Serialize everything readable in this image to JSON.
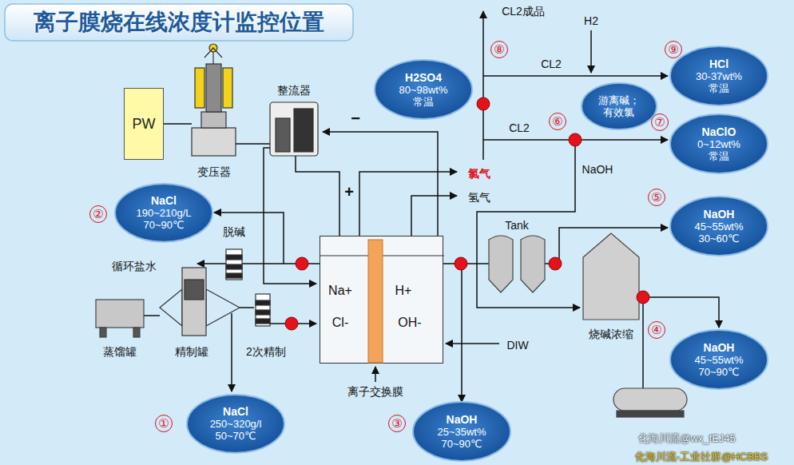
{
  "diagram": {
    "title": "离子膜烧在线浓度计监控位置",
    "nodes": [
      {
        "text": [
          "PW"
        ]
      },
      {
        "text": [
          "H2SO4",
          "80~98wt% 常温"
        ]
      },
      {
        "text": [
          "HCl",
          "30-37wt% 常温"
        ]
      },
      {
        "text": [
          "游离碱； 有效氯"
        ]
      },
      {
        "text": [
          "NaClO",
          "0~12wt% 常温"
        ]
      },
      {
        "text": [
          "NaCl",
          "190~210g/L 70~90℃"
        ]
      },
      {
        "text": [
          "NaOH",
          "45~55wt% 30~60℃"
        ]
      },
      {
        "text": [
          "Na+",
          "Cl-",
          "H+",
          "OH-"
        ]
      },
      {
        "text": [
          "NaOH",
          "45~55wt% 70~90℃"
        ]
      },
      {
        "text": [
          "NaCl",
          "250~320g/l 50~70℃"
        ]
      },
      {
        "text": [
          "NaOH",
          "25~35wt% 70~90℃"
        ]
      }
    ],
    "edges": [
      {
        "from": 7,
        "to": 5,
        "arrow": "to"
      },
      {
        "from": 7,
        "to": 10,
        "arrow": "to"
      }
    ],
    "labels": [
      "①",
      "②",
      "③",
      "④",
      "⑤",
      "⑥",
      "⑦",
      "⑧",
      "⑨",
      "变压器",
      "整流器",
      "蒸馏罐",
      "精制罐",
      "2次精制",
      "脱碱",
      "循环盐水",
      "离子交换膜",
      "Tank",
      "烧碱浓缩",
      "氯气",
      "氢气",
      "CL2成品",
      "H2",
      "CL2",
      "CL2",
      "NaOH",
      "DIW",
      "+",
      "−",
      "化海川流@wx_fEJ45",
      "化海川流-工业社群@HCBBS"
    ]
  }
}
